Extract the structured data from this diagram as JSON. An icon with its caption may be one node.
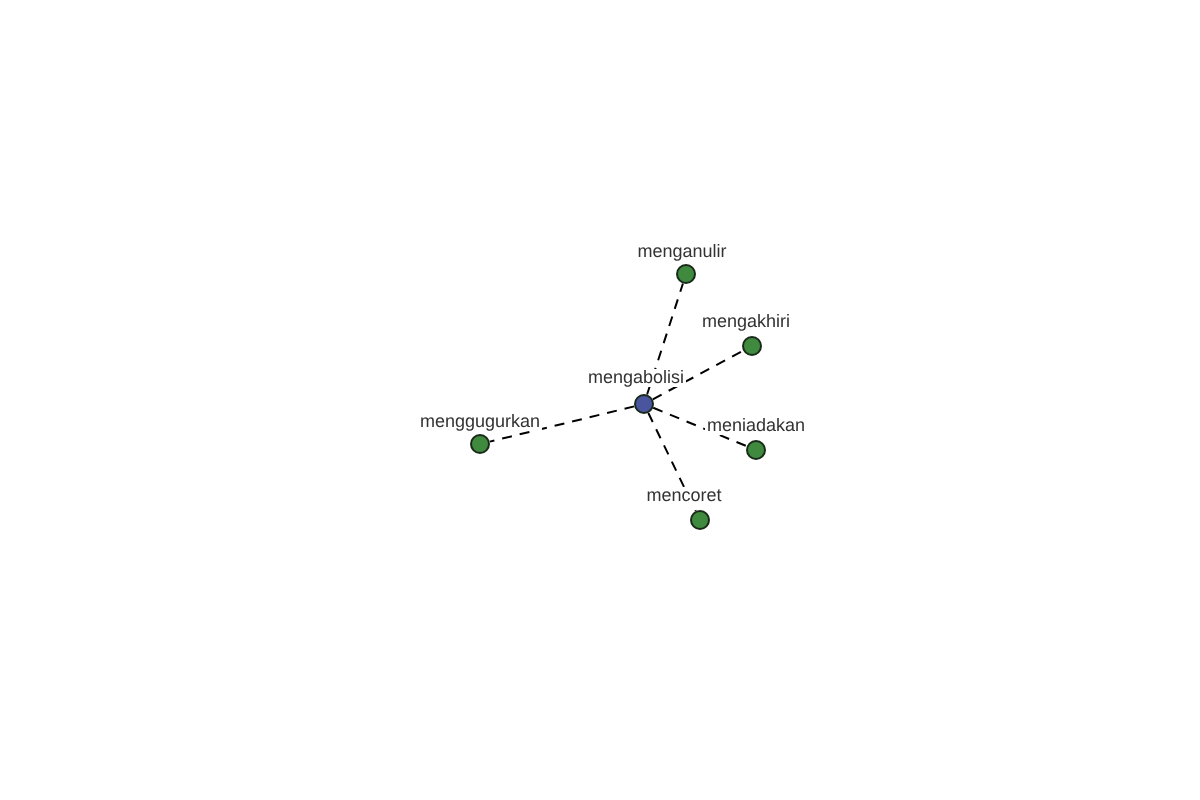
{
  "diagram": {
    "nodes": [
      {
        "text": [],
        "shape": "circle",
        "beside": [
          "mengabolisi"
        ]
      },
      {
        "text": [],
        "shape": "circle",
        "beside": [
          "menganulir"
        ]
      },
      {
        "text": [],
        "shape": "circle",
        "beside": [
          "mengakhiri"
        ]
      },
      {
        "text": [],
        "shape": "circle",
        "beside": [
          "menggugurkan"
        ]
      },
      {
        "text": [],
        "shape": "circle",
        "beside": [
          "meniadakan"
        ]
      },
      {
        "text": [],
        "shape": "circle",
        "beside": [
          "mencoret"
        ]
      }
    ],
    "edges": [
      {
        "from": 0,
        "to": 1,
        "arrow": "none",
        "style": "dashed"
      },
      {
        "from": 0,
        "to": 2,
        "arrow": "none",
        "style": "dashed"
      },
      {
        "from": 0,
        "to": 3,
        "arrow": "none",
        "style": "dashed"
      },
      {
        "from": 0,
        "to": 4,
        "arrow": "none",
        "style": "dashed"
      },
      {
        "from": 0,
        "to": 5,
        "arrow": "none",
        "style": "dashed"
      }
    ]
  }
}
